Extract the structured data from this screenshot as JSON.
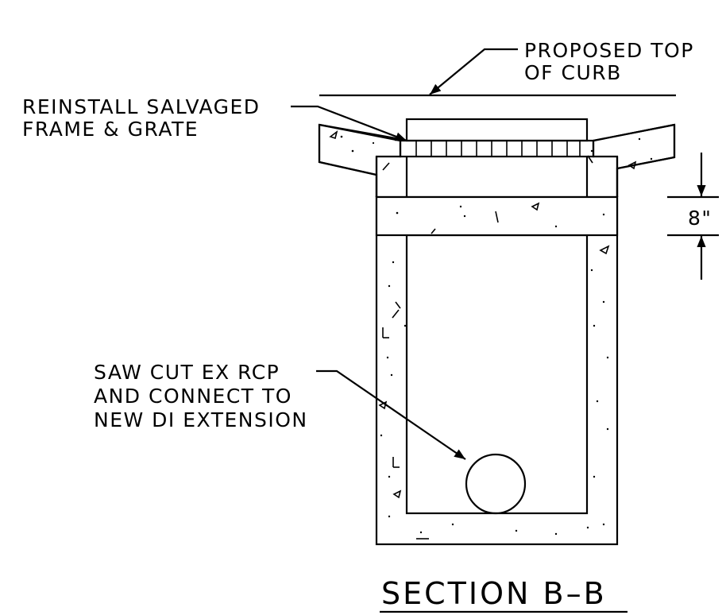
{
  "labels": {
    "proposed_top_line1": "PROPOSED TOP",
    "proposed_top_line2": "OF CURB",
    "reinstall_line1": "REINSTALL SALVAGED",
    "reinstall_line2": "FRAME & GRATE",
    "saw_cut_line1": "SAW CUT EX RCP",
    "saw_cut_line2": "AND CONNECT TO",
    "saw_cut_line3": "NEW DI EXTENSION",
    "dimension": "8\"",
    "section_title": "SECTION B–B"
  }
}
